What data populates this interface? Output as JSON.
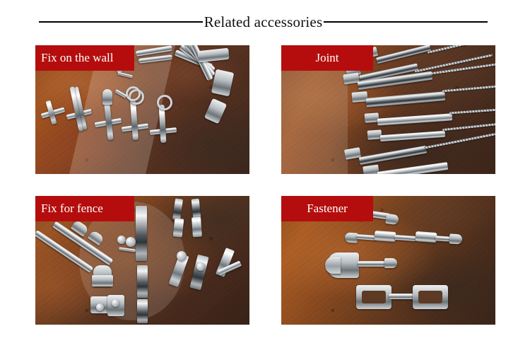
{
  "header": {
    "title": "Related accessories",
    "rule_color": "#000000"
  },
  "theme": {
    "banner_color": "#b50d0d",
    "banner_text_color": "#ffffff",
    "page_background": "#ffffff"
  },
  "gallery": {
    "cards": [
      {
        "label": "Fix on the wall",
        "alt": "Stainless steel wall-mount anchor bolts, eye bolts and base plates on a rusty metal background",
        "label_align": "left"
      },
      {
        "label": "Joint",
        "alt": "Stainless steel turnbuckles and jaw-to-swage tensioners with wire rope on a rusty metal background",
        "label_align": "center"
      },
      {
        "label": "Fix for fence",
        "alt": "Stainless steel fence fixing posts, clamps, brackets and tube connectors on a rusty metal background",
        "label_align": "left"
      },
      {
        "label": "Fastener",
        "alt": "Stainless steel swage fasteners and cross-clamp fittings on a rusty metal background",
        "label_align": "center"
      }
    ]
  }
}
